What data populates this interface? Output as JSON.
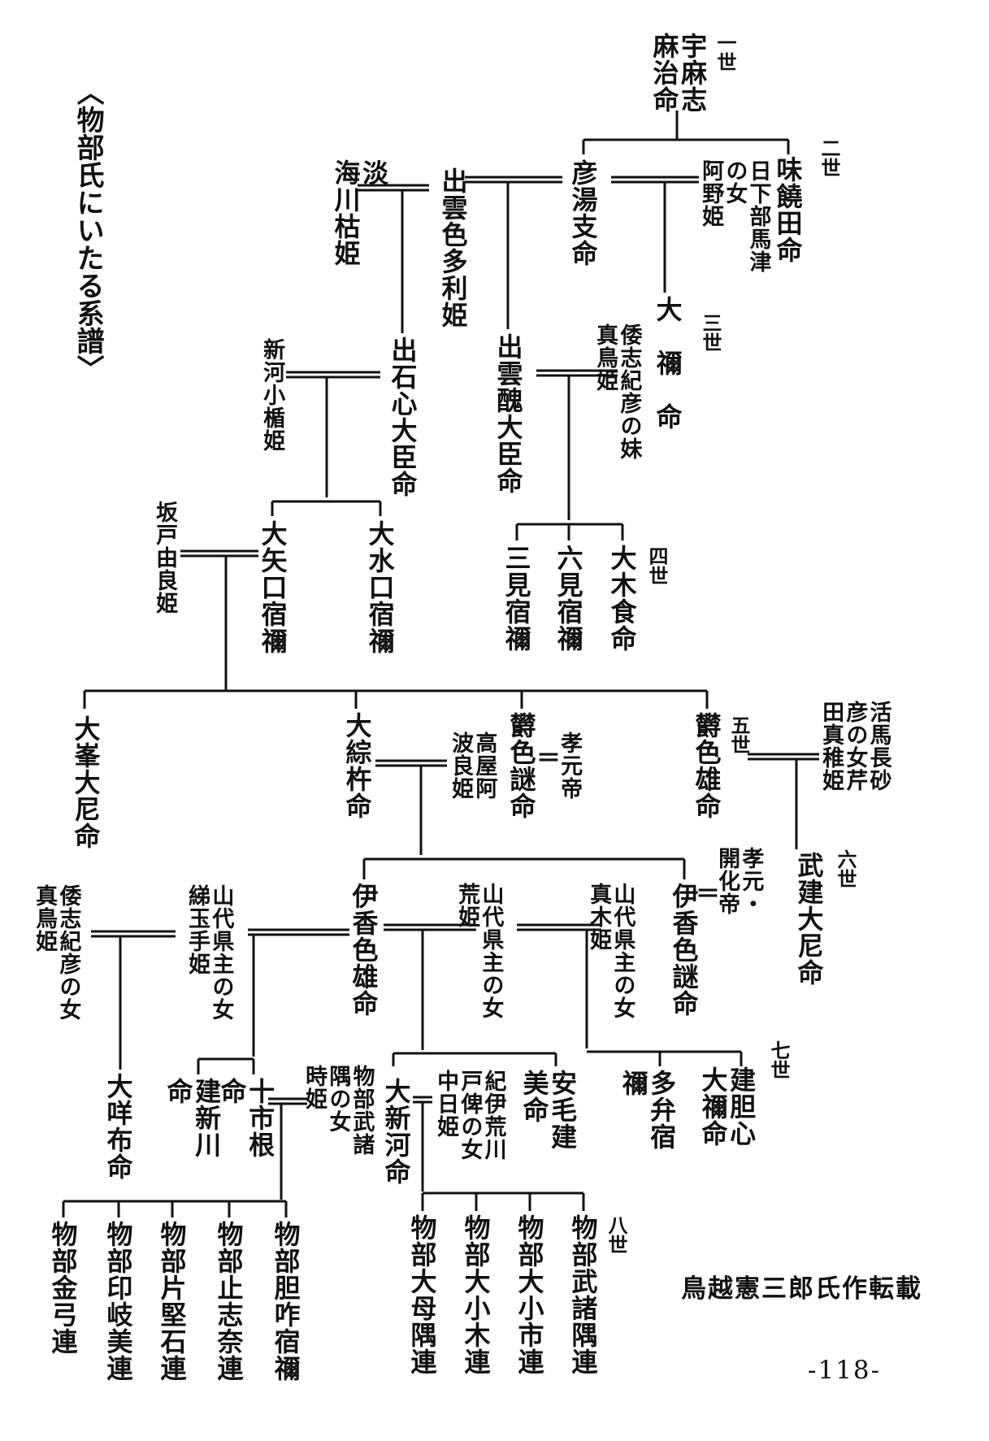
{
  "title": "〈物部氏にいたる系譜〉",
  "credit": "鳥越憲三郎氏作転載",
  "page_number": "-118-",
  "generations": [
    "一世",
    "二世",
    "三世",
    "四世",
    "五世",
    "六世",
    "七世",
    "八世"
  ],
  "equal_sign": "＝",
  "persons": {
    "umashimaji": "宇麻志\n麻治命",
    "ajikuhita": "味饒田命",
    "ahinohime": "日下部馬津\nの女\n阿野姫",
    "hikoyusu": "彦湯支命",
    "izumoshikotome": "出雲色多利姫",
    "awaumikawa": "淡\n海川枯姫",
    "oone": "大　禰　命",
    "wakemahime": "倭志紀彦の妹\n真鳥姫",
    "izumoshiko": "出雲醜大臣命",
    "izushikoko": "出石心大臣命",
    "shinkawahime": "新河小楯姫",
    "ookikuhi": "大木食命",
    "mumisukune": "六見宿禰",
    "mimisukune": "三見宿禰",
    "oomizuguchi": "大水口宿禰",
    "ooyaguchi": "大矢口宿禰",
    "sakatohime": "坂戸由良姫",
    "utsushikoo": "欝色雄命",
    "ikumahime": "活馬長砂\n彦の女芹\n田真稚姫",
    "utsushikome": "欝色謎命",
    "kogen": "孝元帝",
    "takayahime": "高屋阿\n波良姫",
    "ooheso": "大綜杵命",
    "oomine": "大峯大尼命",
    "takeo": "武建大尼命",
    "ikagashikome": "伊香色謎命",
    "kaika": "孝元・\n開化帝",
    "makihime": "山代県主の女\n真木姫",
    "arahime": "山代県主の女\n荒姫",
    "ikagashikoo": "伊香色雄命",
    "tamatehime": "山代県主の女\n綈玉手姫",
    "wakehime2": "倭志紀彦の女\n真鳥姫",
    "takeikokoro": "建胆心\n大禰命",
    "tahasukune": "多弁宿\n禰",
    "yasutake": "安毛建\n美命",
    "arakawahime": "紀伊荒川\n戸俾の女\n中日姫",
    "ooshinkawa": "大新河命",
    "tokihime": "物部武諸\n隅の女\n時姫",
    "toichine": "十市根\n命",
    "takeshinkawa": "建新川\n命",
    "oosakifu": "大咩布命",
    "takemorosumi": "物部武諸隅連",
    "oochiichi": "物部大小市連",
    "oochiki": "物部大小木連",
    "oomosumi": "物部大母隅連",
    "imosukune": "物部胆咋宿禰",
    "toshina": "物部止志奈連",
    "katashi": "物部片堅石連",
    "inkimi": "物部印岐美連",
    "kanayumi": "物部金弓連"
  }
}
